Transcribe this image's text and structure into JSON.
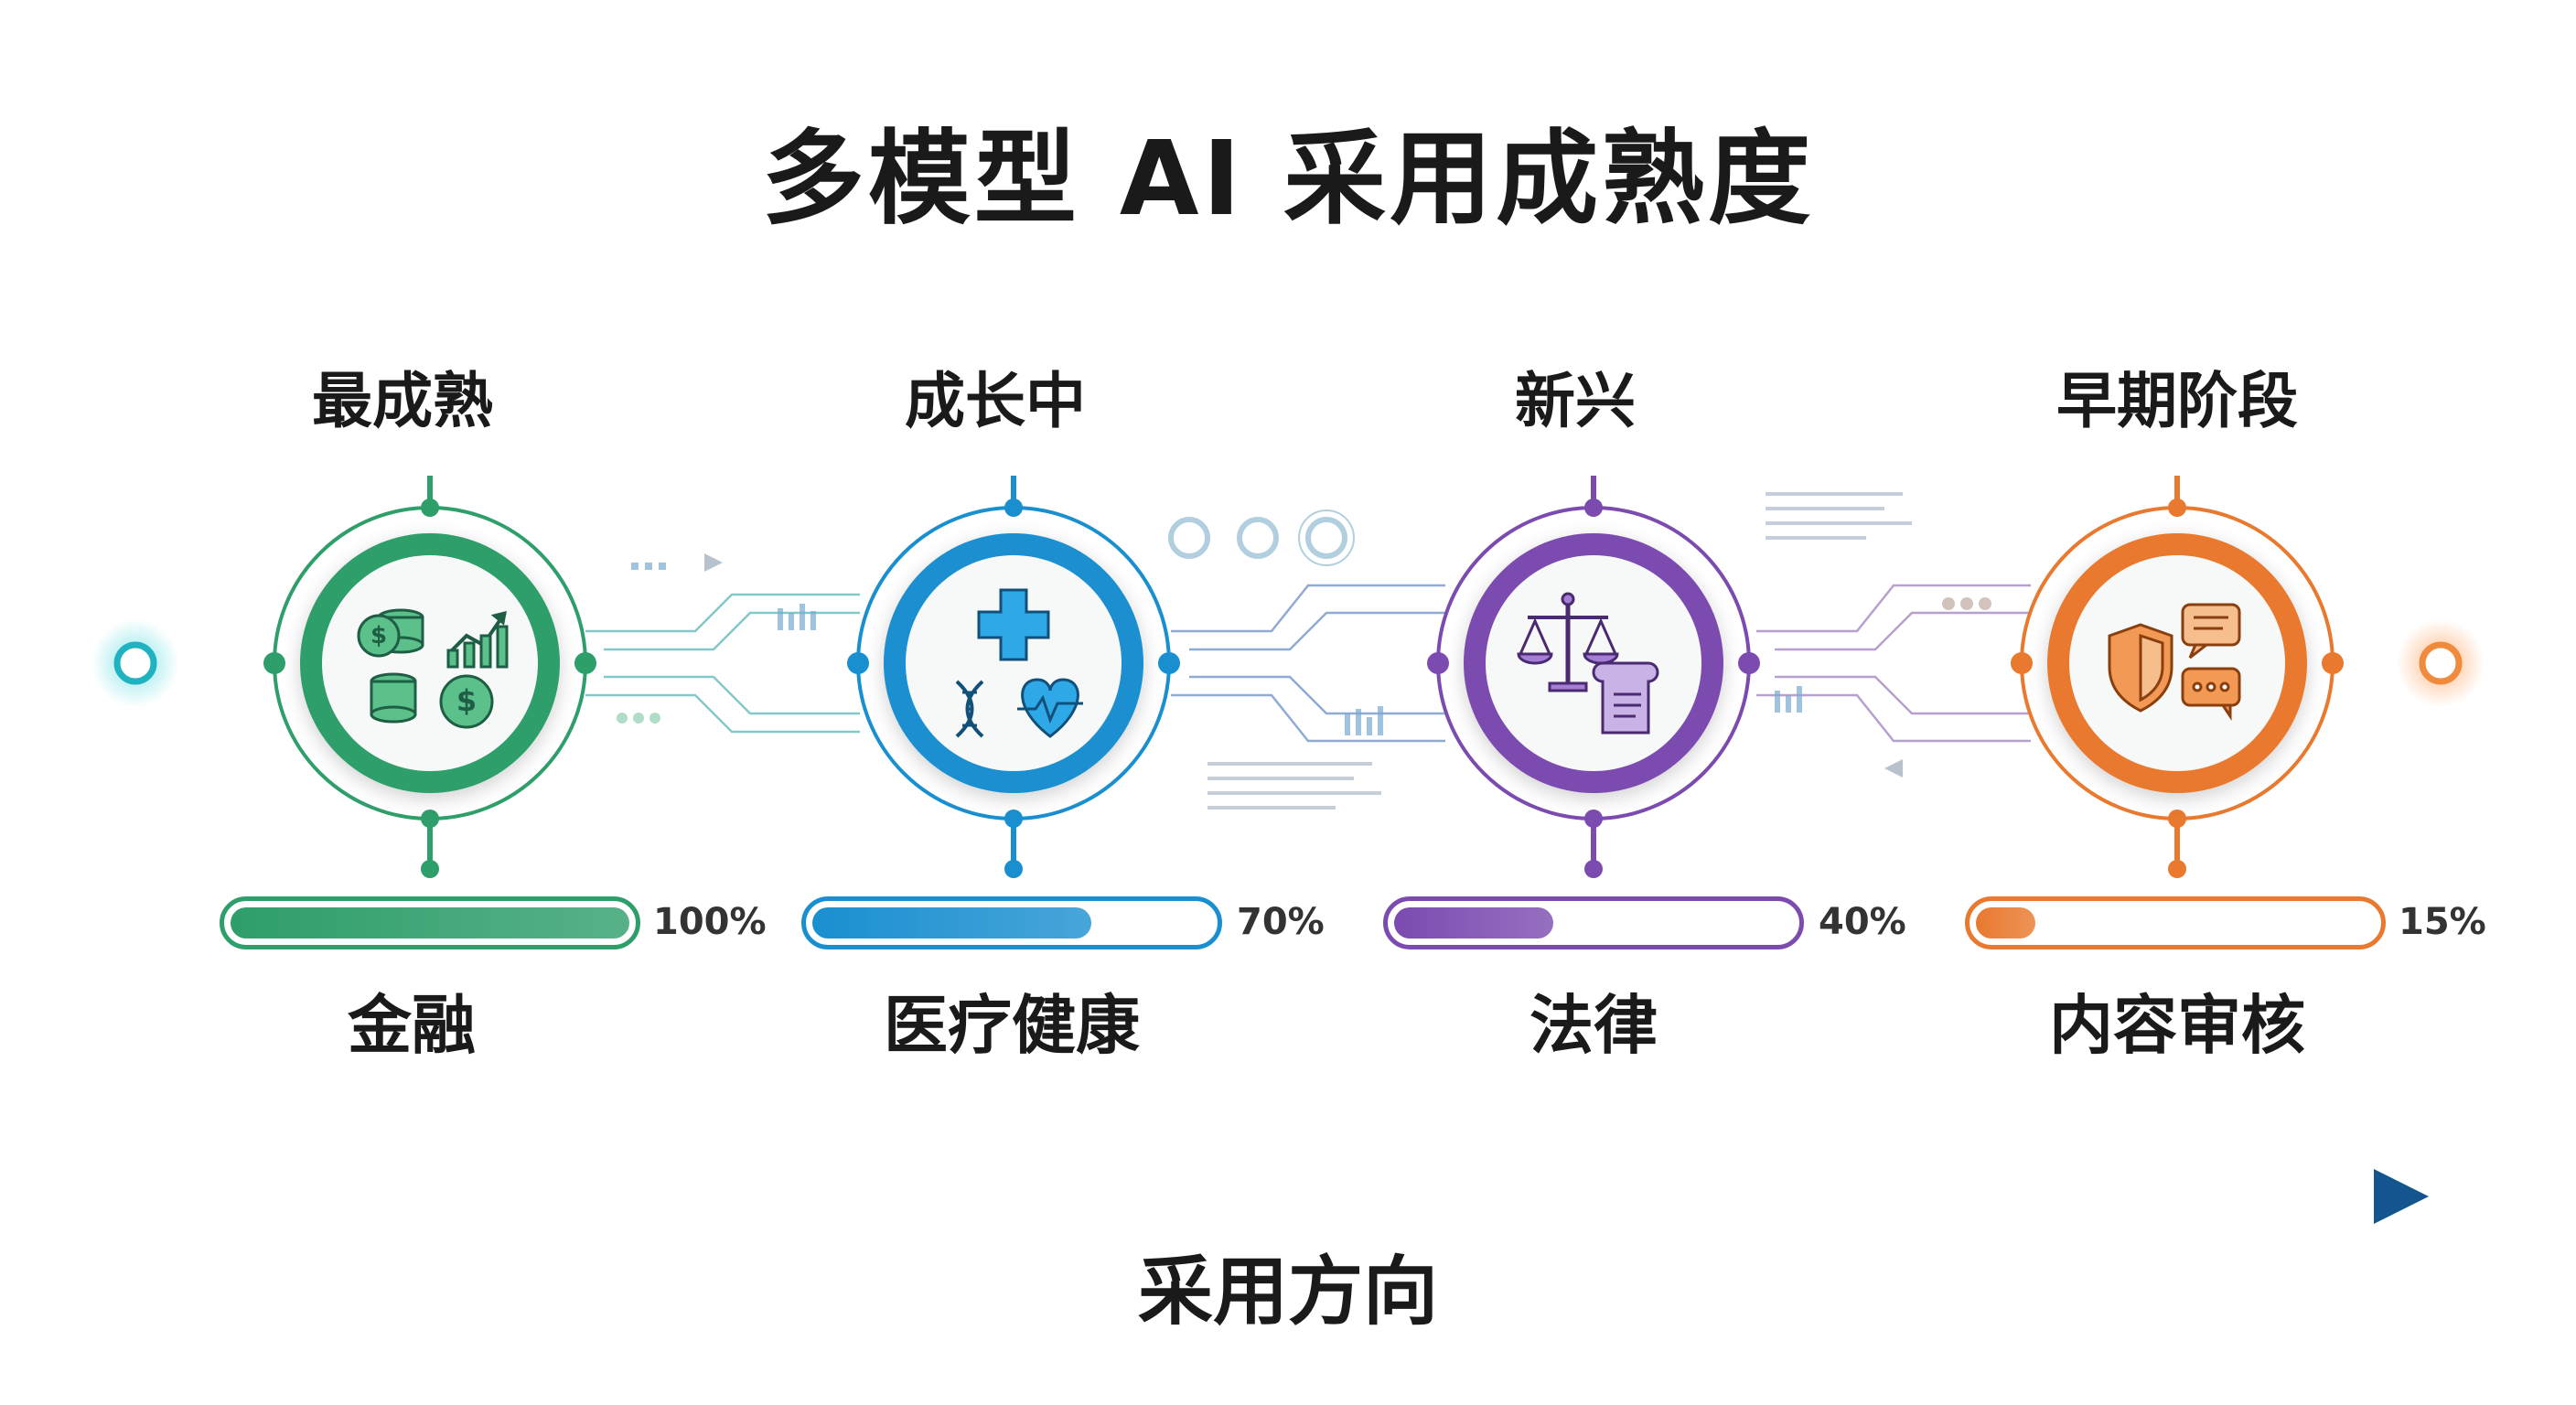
{
  "title": "多模型 AI 采用成熟度",
  "stages": [
    {
      "stage": "最成熟",
      "domain": "金融",
      "percent_label": "100%",
      "percent": 100,
      "color": "#2e9e6a",
      "icon": "finance-icon"
    },
    {
      "stage": "成长中",
      "domain": "医疗健康",
      "percent_label": "70%",
      "percent": 70,
      "color": "#1a8fd0",
      "icon": "healthcare-icon"
    },
    {
      "stage": "新兴",
      "domain": "法律",
      "percent_label": "40%",
      "percent": 40,
      "color": "#7b4bb0",
      "icon": "legal-icon"
    },
    {
      "stage": "早期阶段",
      "domain": "内容审核",
      "percent_label": "15%",
      "percent": 15,
      "color": "#e8792e",
      "icon": "content-moderation-icon"
    }
  ],
  "axis_label": "采用方向",
  "colors": {
    "axis_start": "#2aa0d8",
    "axis_end": "#1a5a9a"
  }
}
